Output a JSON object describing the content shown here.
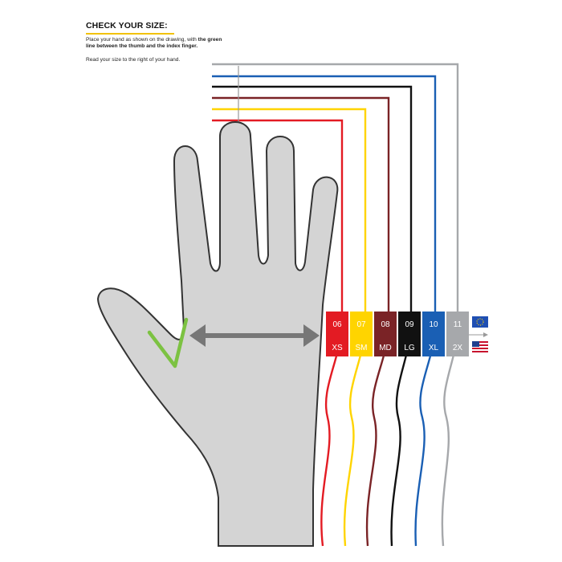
{
  "heading": "CHECK YOUR SIZE:",
  "instructions": {
    "line1_plain": "Place your hand as shown on the drawing, with",
    "line1_bold": "the green line between the thumb and the index finger.",
    "line2": "Read your size to the right of your hand."
  },
  "size_chart": {
    "sizes": [
      {
        "eu": "06",
        "us": "XS",
        "color": "#e31b23"
      },
      {
        "eu": "07",
        "us": "SM",
        "color": "#ffd400"
      },
      {
        "eu": "08",
        "us": "MD",
        "color": "#7a2326"
      },
      {
        "eu": "09",
        "us": "LG",
        "color": "#111111"
      },
      {
        "eu": "10",
        "us": "XL",
        "color": "#1a5fb4"
      },
      {
        "eu": "11",
        "us": "2X",
        "color": "#a6a8ab"
      }
    ],
    "flags": [
      "eu-flag-icon",
      "us-flag-icon"
    ]
  },
  "colors": {
    "hand_fill": "#d4d4d4",
    "hand_outline": "#333333",
    "measure_arrow": "#777777",
    "green_line": "#7cc242",
    "accent_underline": "#f2c200"
  }
}
